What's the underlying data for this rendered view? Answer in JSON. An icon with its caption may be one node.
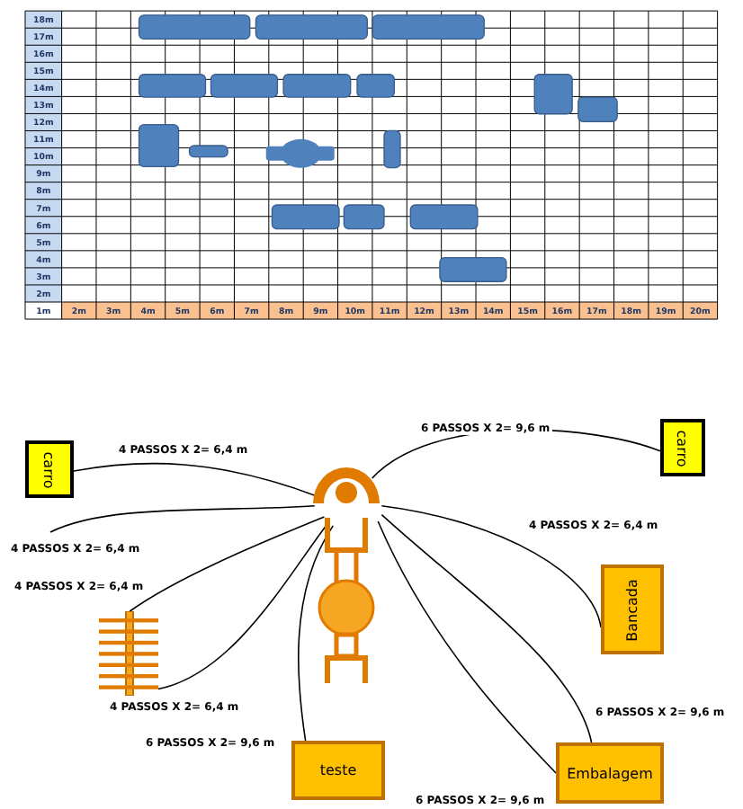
{
  "diagram": {
    "nodes": [
      {
        "text": [
          "carro"
        ]
      },
      {
        "text": [
          "carro"
        ]
      },
      {
        "text": [],
        "shape": "person"
      },
      {
        "text": [],
        "shape": "picture"
      },
      {
        "text": [
          "Bancada"
        ]
      },
      {
        "text": [
          "teste"
        ]
      },
      {
        "text": [
          "Embalagem"
        ]
      }
    ],
    "edges": [
      {
        "from": 2,
        "to": 0,
        "arrow": "none",
        "label": "4 PASSOS X 2= 6,4 m"
      },
      {
        "from": 2,
        "to": 1,
        "arrow": "none",
        "label": "6 PASSOS X 2= 9,6 m"
      },
      {
        "from": 2,
        "to": null,
        "arrow": "none",
        "label": "4 PASSOS X 2= 6,4 m"
      },
      {
        "from": 2,
        "to": 3,
        "arrow": "none",
        "label": "4 PASSOS X 2= 6,4 m"
      },
      {
        "from": 2,
        "to": 3,
        "arrow": "none",
        "label": "4 PASSOS X 2= 6,4 m"
      },
      {
        "from": 2,
        "to": 4,
        "arrow": "none",
        "label": "4 PASSOS X 2= 6,4 m"
      },
      {
        "from": 2,
        "to": 5,
        "arrow": "none",
        "label": "6 PASSOS X 2= 9,6 m"
      },
      {
        "from": 2,
        "to": 6,
        "arrow": "none",
        "label": "6 PASSOS X 2= 9,6 m"
      },
      {
        "from": 2,
        "to": 6,
        "arrow": "none",
        "label": "6 PASSOS X 2= 9,6 m"
      }
    ],
    "labels": [
      "18m",
      "17m",
      "16m",
      "15m",
      "14m",
      "13m",
      "12m",
      "11m",
      "10m",
      "9m",
      "8m",
      "7m",
      "6m",
      "5m",
      "4m",
      "3m",
      "2m",
      "1m",
      "2m",
      "3m",
      "4m",
      "5m",
      "6m",
      "7m",
      "8m",
      "9m",
      "10m",
      "11m",
      "12m",
      "13m",
      "14m",
      "15m",
      "16m",
      "17m",
      "18m",
      "19m",
      "20m"
    ]
  }
}
